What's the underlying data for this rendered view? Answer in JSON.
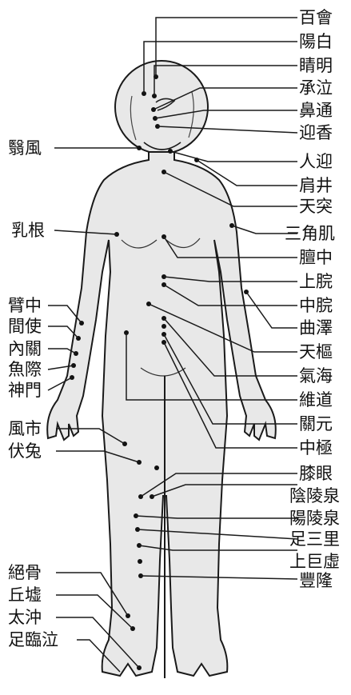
{
  "colors": {
    "ink": "#111111",
    "line": "#1a1a1a",
    "body_fill": "#e8e8e8",
    "background": "#ffffff"
  },
  "right_labels": [
    "百會",
    "陽白",
    "睛明",
    "承泣",
    "鼻通",
    "迎香",
    "人迎",
    "肩井",
    "天突",
    "三角肌",
    "膻中",
    "上脘",
    "中脘",
    "曲澤",
    "天樞",
    "氣海",
    "維道",
    "關元",
    "中極",
    "膝眼",
    "陰陵泉",
    "陽陵泉",
    "足三里",
    "上巨虛",
    "豐隆"
  ],
  "left_labels": [
    "翳風",
    "乳根",
    "臂中",
    "間使",
    "內關",
    "魚際",
    "神門",
    "風市",
    "伏兔",
    "絕骨",
    "丘墟",
    "太沖",
    "足臨泣"
  ]
}
